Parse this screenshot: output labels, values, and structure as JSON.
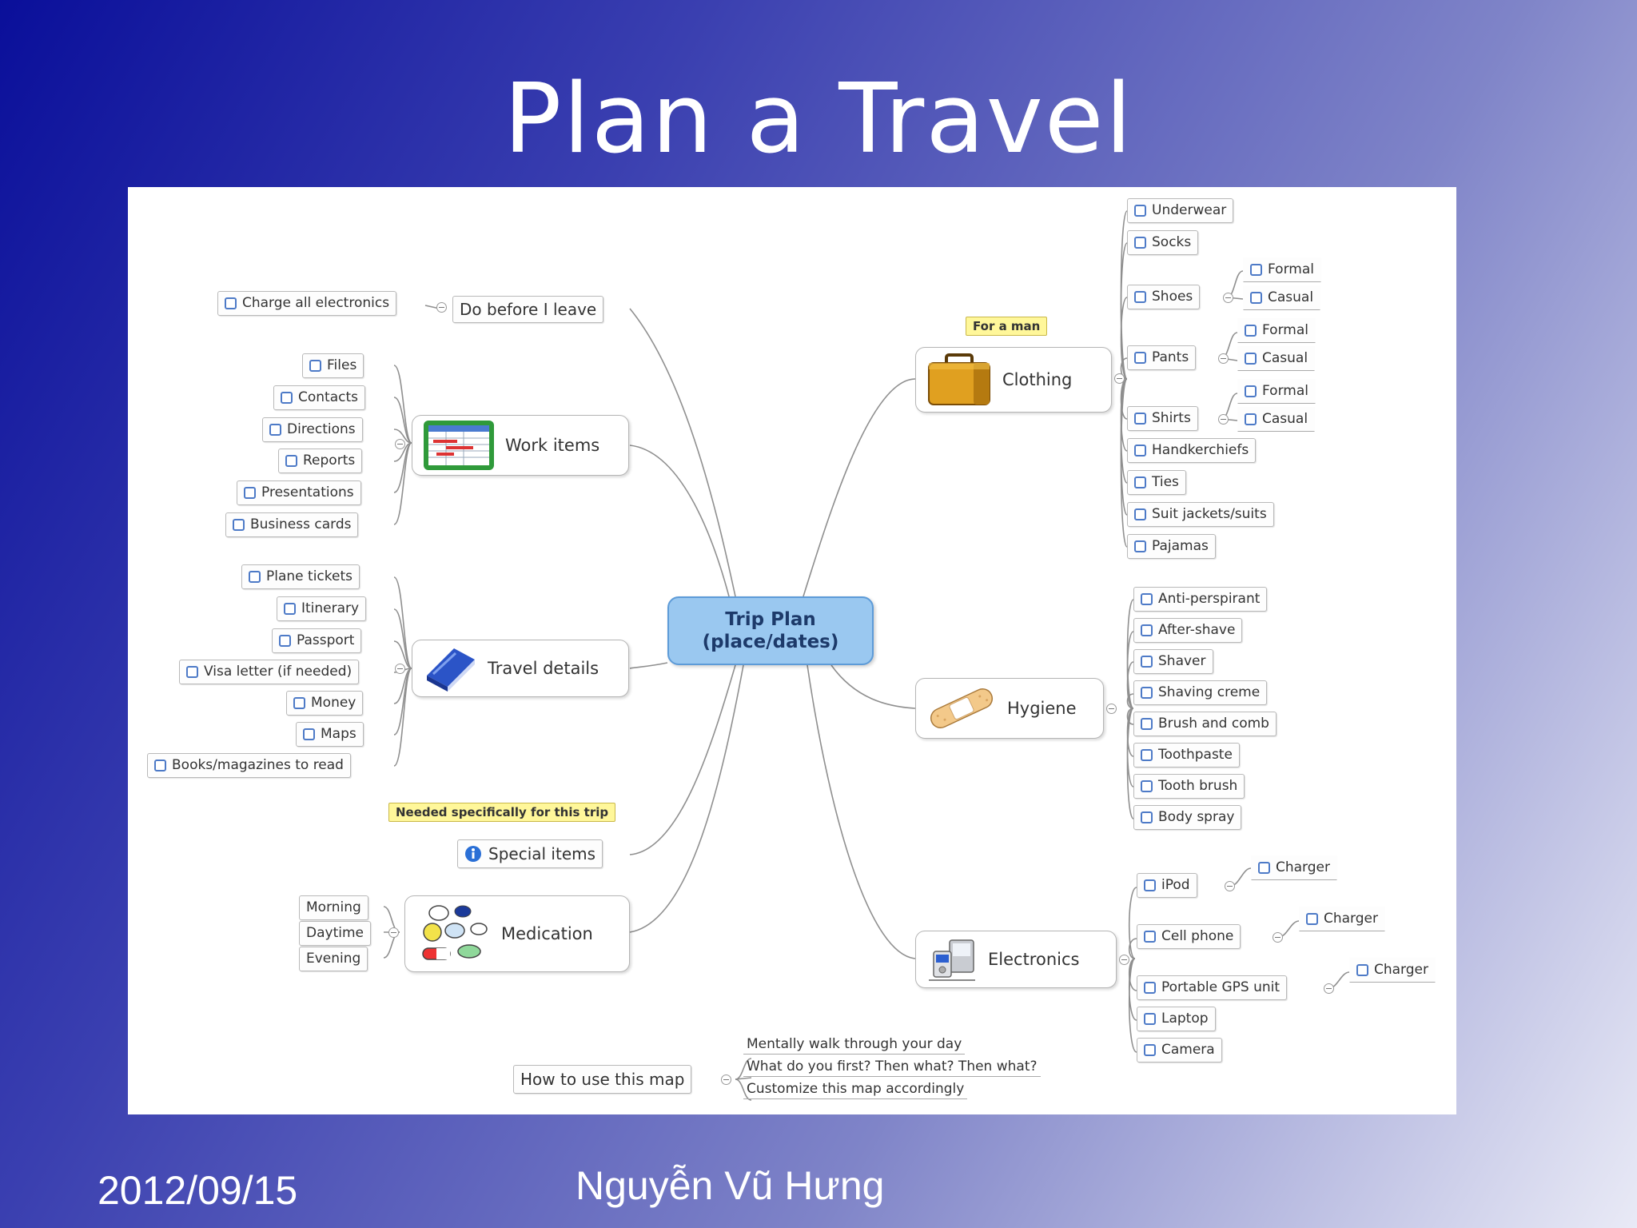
{
  "slide": {
    "title": "Plan a Travel",
    "date": "2012/09/15",
    "author": "Nguyễn Vũ Hưng"
  },
  "map": {
    "center": {
      "line1": "Trip Plan",
      "line2": "(place/dates)"
    },
    "branches": {
      "before_leave": {
        "label": "Do before I leave",
        "items": [
          "Charge all electronics"
        ]
      },
      "work": {
        "label": "Work items",
        "icon": "spreadsheet-icon",
        "items": [
          "Files",
          "Contacts",
          "Directions",
          "Reports",
          "Presentations",
          "Business cards"
        ]
      },
      "travel": {
        "label": "Travel details",
        "icon": "book-icon",
        "items": [
          "Plane tickets",
          "Itinerary",
          "Passport",
          "Visa letter (if needed)",
          "Money",
          "Maps",
          "Books/magazines to read"
        ]
      },
      "special": {
        "label": "Special items",
        "icon": "info-icon",
        "callout": "Needed specifically for this trip"
      },
      "medication": {
        "label": "Medication",
        "icon": "pills-icon",
        "items": [
          "Morning",
          "Daytime",
          "Evening"
        ]
      },
      "howto": {
        "label": "How to use this map",
        "notes": [
          "Mentally walk through your day",
          "What do you first? Then what? Then what?",
          "Customize this map accordingly"
        ]
      },
      "clothing": {
        "label": "Clothing",
        "icon": "suitcase-icon",
        "callout": "For a man",
        "items": {
          "underwear": "Underwear",
          "socks": "Socks",
          "shoes": "Shoes",
          "shoes_formal": "Formal",
          "shoes_casual": "Casual",
          "pants": "Pants",
          "pants_formal": "Formal",
          "pants_casual": "Casual",
          "shirts": "Shirts",
          "shirts_formal": "Formal",
          "shirts_casual": "Casual",
          "handkerchiefs": "Handkerchiefs",
          "ties": "Ties",
          "suits": "Suit jackets/suits",
          "pajamas": "Pajamas"
        }
      },
      "hygiene": {
        "label": "Hygiene",
        "icon": "bandage-icon",
        "items": [
          "Anti-perspirant",
          "After-shave",
          "Shaver",
          "Shaving creme",
          "Brush and comb",
          "Toothpaste",
          "Tooth brush",
          "Body spray"
        ]
      },
      "electronics": {
        "label": "Electronics",
        "icon": "devices-icon",
        "items": {
          "ipod": "iPod",
          "ipod_charger": "Charger",
          "cell": "Cell phone",
          "cell_charger": "Charger",
          "gps": "Portable GPS unit",
          "gps_charger": "Charger",
          "laptop": "Laptop",
          "camera": "Camera"
        }
      }
    }
  },
  "colors": {
    "center_fill": "#9ac8f0",
    "center_border": "#5d9bd8",
    "checkbox": "#4d7ac7",
    "callout_fill": "#fff79a",
    "edge": "#8f8f8f"
  }
}
